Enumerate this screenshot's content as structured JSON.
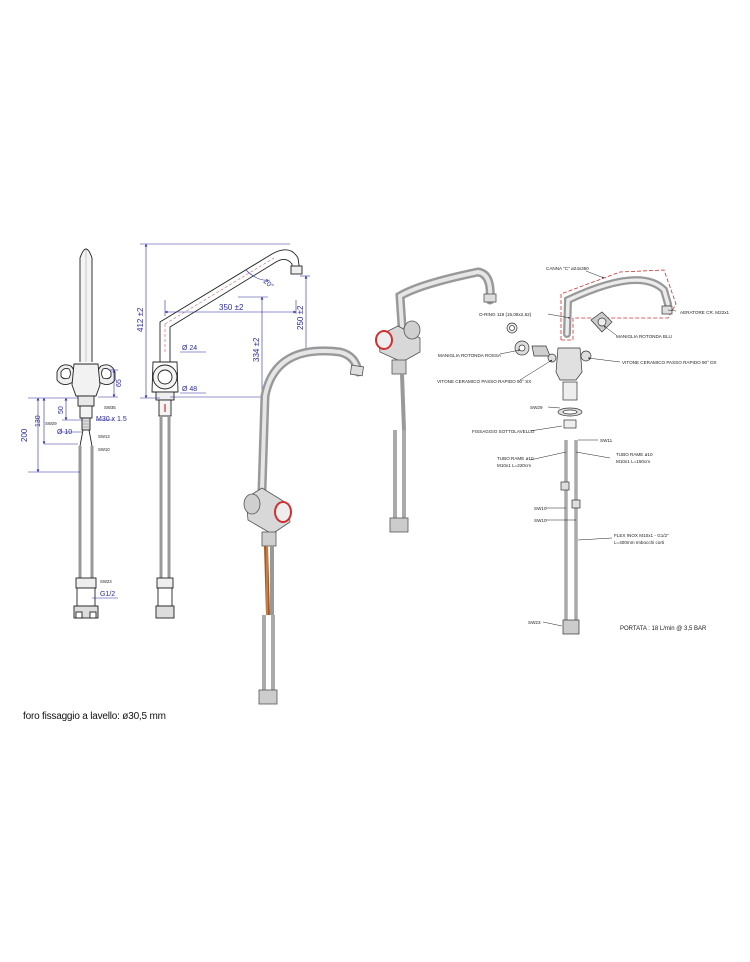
{
  "dimensions": {
    "front": {
      "d200": "200",
      "d130": "130",
      "d50": "50",
      "d65": "65",
      "sw35": "SW35",
      "sw29": "SW29",
      "m30": "M30 x 1.5",
      "phi10": "Ø  10",
      "sw13": "SW13",
      "sw10": "SW10",
      "sw23": "SW23",
      "g12": "G1/2"
    },
    "side": {
      "d412": "412 ±2",
      "d350": "350 ±2",
      "d334": "334 ±2",
      "d250": "250 ±2",
      "angle": "20°",
      "phi24": "Ø  24",
      "phi48": "Ø  48"
    }
  },
  "callouts": {
    "canna": "CANNA \"C\" ø24x350",
    "aeratore": "AERATORE CR. M22x1",
    "oring": "O-RING 119 (15,08x2,62)",
    "maniglia_blu": "MANIGLIA ROTONDA BLU",
    "maniglia_rossa": "MANIGLIA ROTONDA ROSSA",
    "vitone_dx": "VITONE CERAMICO PASSO RAPIDO 90° DX",
    "vitone_sx": "VITONE CERAMICO PASSO RAPIDO 90° SX",
    "sw29": "SW29",
    "fissaggio": "FISSAGGIO SOTTOLAVELLO",
    "sw11": "SW11",
    "tubo_left_1": "TUBO RAME ø10",
    "tubo_left_2": "M10x1 L=220cm",
    "tubo_right_1": "TUBO RAME ø10",
    "tubo_right_2": "M10x1 L=150cm",
    "sw10a": "SW10",
    "sw10b": "SW10",
    "flex_1": "FLEX INOX M10x1 - G1/2\"",
    "flex_2": "L=400mm Imbocchi corti",
    "sw23": "SW23"
  },
  "portata": "PORTATA : 18 L/min @ 3,5 BAR",
  "note": "foro fissaggio a lavello: ø30,5 mm",
  "colors": {
    "dimension": "#2a2aa0",
    "hot": "#d03030",
    "copper": "#c8783a",
    "steel": "#a8a8a8",
    "outline": "#222222"
  }
}
